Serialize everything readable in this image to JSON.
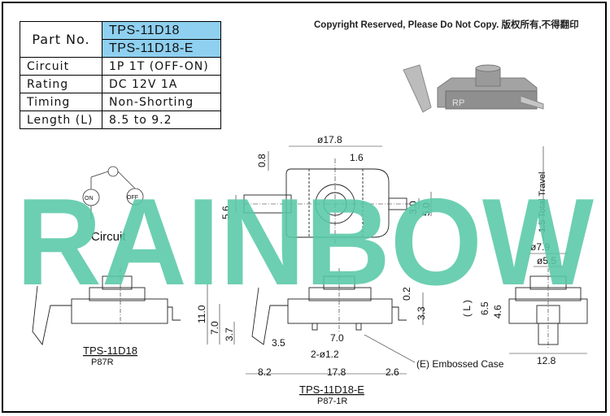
{
  "copyright": "Copyright Reserved, Please Do Not Copy. 版权所有,不得翻印",
  "spec_table": {
    "part_no_label": "Part No.",
    "part_numbers": [
      "TPS-11D18",
      "TPS-11D18-E"
    ],
    "rows": [
      {
        "label": "Circuit",
        "value": "1P 1T (OFF-ON)"
      },
      {
        "label": "Rating",
        "value": "DC 12V 1A"
      },
      {
        "label": "Timing",
        "value": "Non-Shorting"
      },
      {
        "label": "Length (L)",
        "value": "8.5 to 9.2"
      }
    ]
  },
  "watermark": "RAINBOW",
  "watermark_color": "#58c8a6",
  "photo_mark": "RP",
  "circuit": {
    "label": "Circuit",
    "on": "ON",
    "off": "OFF"
  },
  "top_view": {
    "dim_width": "ø17.8",
    "dim_d1": "1.6",
    "dim_d2": "0.8",
    "dim_h": "5.6",
    "dim_in": "3.0",
    "dim_out": "5.0",
    "travel": "1.5 Total Travel"
  },
  "side_left": {
    "model": "TPS-11D18",
    "code": "P87R"
  },
  "side_right": {
    "model": "TPS-11D18-E",
    "code": "P87-1R",
    "dims": {
      "total_h": "11.0",
      "h2": "7.0",
      "h3": "3.7",
      "left_off": "3.5",
      "w_left": "8.2",
      "w_body": "17.8",
      "w_right": "2.6",
      "pitch": "7.0",
      "holes": "2-ø1.2",
      "h_small": "0.2",
      "h_side": "3.3"
    },
    "embossed_label": "(E) Embossed Case"
  },
  "end_view": {
    "d1": "ø7.9",
    "d2": "ø5.5",
    "l": "( L )",
    "h1": "6.5",
    "h2": "4.6",
    "w": "12.8"
  }
}
